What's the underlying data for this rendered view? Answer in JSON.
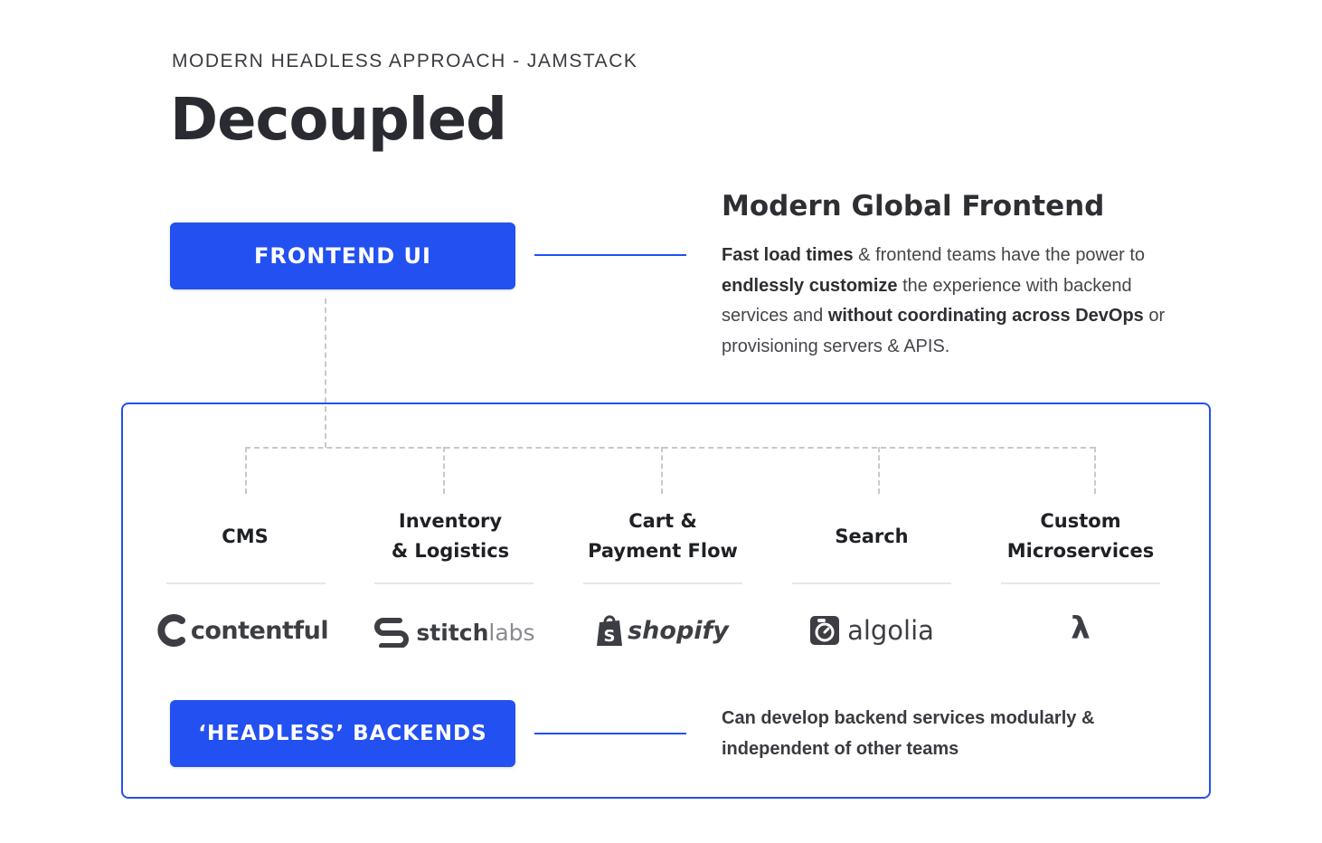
{
  "header": {
    "eyebrow": "MODERN HEADLESS APPROACH - JAMSTACK",
    "title": "Decoupled"
  },
  "frontend": {
    "button_label": "FRONTEND UI",
    "heading": "Modern Global Frontend",
    "desc_parts": [
      {
        "text": "Fast load times",
        "bold": true
      },
      {
        "text": " & frontend teams have the power to ",
        "bold": false
      },
      {
        "text": "endlessly customize",
        "bold": true
      },
      {
        "text": " the experience with backend services and ",
        "bold": false
      },
      {
        "text": "without coordinating across DevOps",
        "bold": true
      },
      {
        "text": " or provisioning servers & APIS.",
        "bold": false
      }
    ]
  },
  "backends": {
    "button_label": "‘HEADLESS’ BACKENDS",
    "description": "Can develop backend services modularly & independent of other teams"
  },
  "categories": [
    {
      "label_lines": [
        "CMS"
      ],
      "logo_text": "contentful",
      "logo_icon": "contentful-logo-icon"
    },
    {
      "label_lines": [
        "Inventory",
        "& Logistics"
      ],
      "logo_text_a": "stitch",
      "logo_text_b": "labs",
      "logo_icon": "stitchlabs-logo-icon"
    },
    {
      "label_lines": [
        "Cart &",
        "Payment Flow"
      ],
      "logo_text": "shopify",
      "logo_icon": "shopify-bag-icon"
    },
    {
      "label_lines": [
        "Search"
      ],
      "logo_text": "algolia",
      "logo_icon": "algolia-logo-icon"
    },
    {
      "label_lines": [
        "Custom",
        "Microservices"
      ],
      "logo_text": "λ",
      "logo_icon": "lambda-icon"
    }
  ],
  "colors": {
    "accent": "#2350f0",
    "dashed": "#c8c9cc",
    "text_dark": "#2e2f33"
  }
}
